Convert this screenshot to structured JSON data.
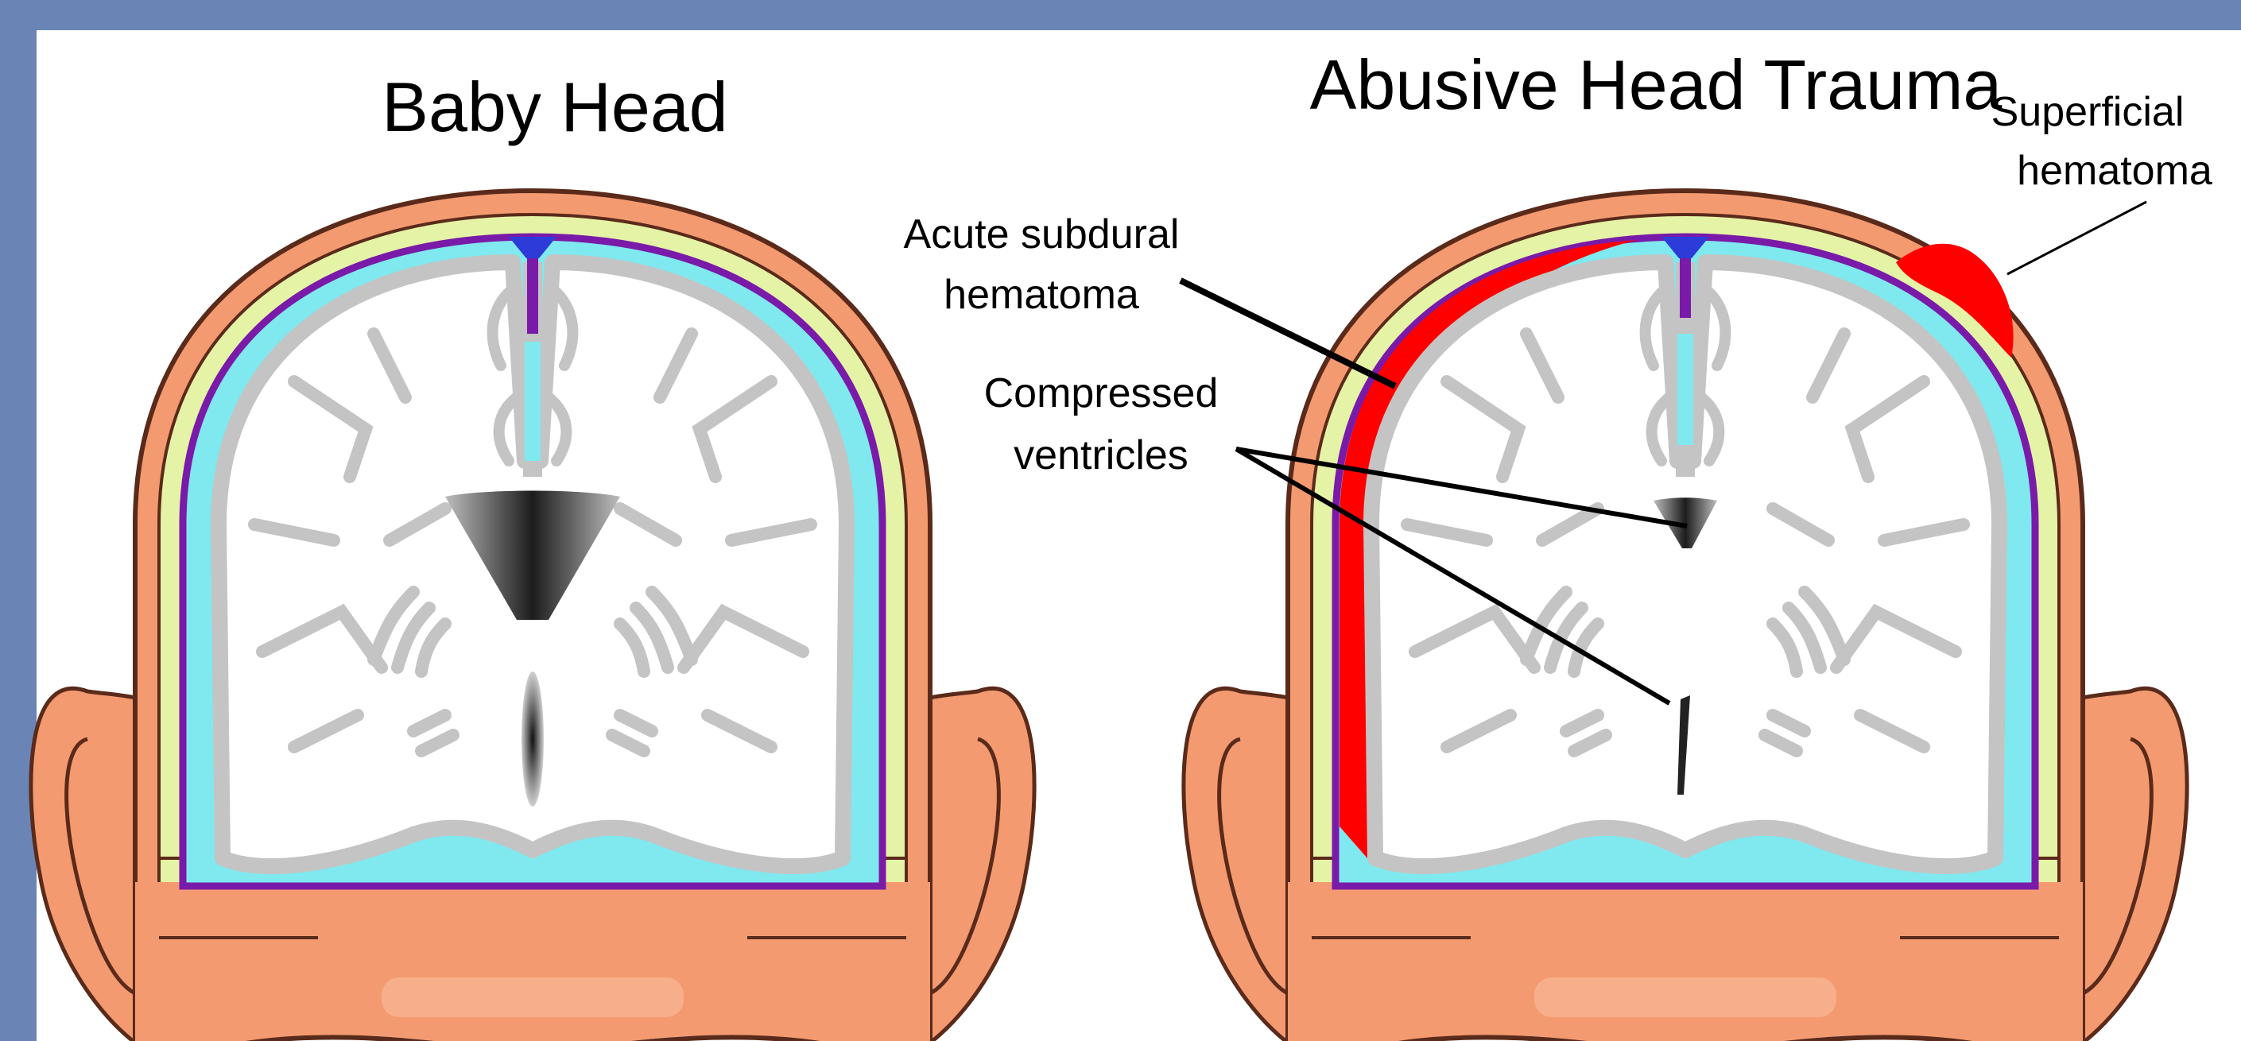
{
  "left_panel": {
    "title": "Baby Head"
  },
  "right_panel": {
    "title": "Abusive Head Trauma",
    "labels": {
      "subdural": [
        "Acute subdural",
        "hematoma"
      ],
      "ventricles": [
        "Compressed",
        "ventricles"
      ],
      "superficial": [
        "Superficial",
        "hematoma"
      ]
    }
  },
  "colors": {
    "frame": "#6b84b6",
    "background": "#ffffff",
    "scalp": "#f49a70",
    "scalp_outline": "#5a2a1a",
    "skull": "#e4f3a6",
    "dura": "#7a1aa8",
    "csf": "#7fe9ef",
    "brain_outline": "#c4c4c4",
    "brain": "#ffffff",
    "hematoma": "#ff0000",
    "sinus": "#2d3bd8",
    "ventricle": "#3a3a3a"
  }
}
